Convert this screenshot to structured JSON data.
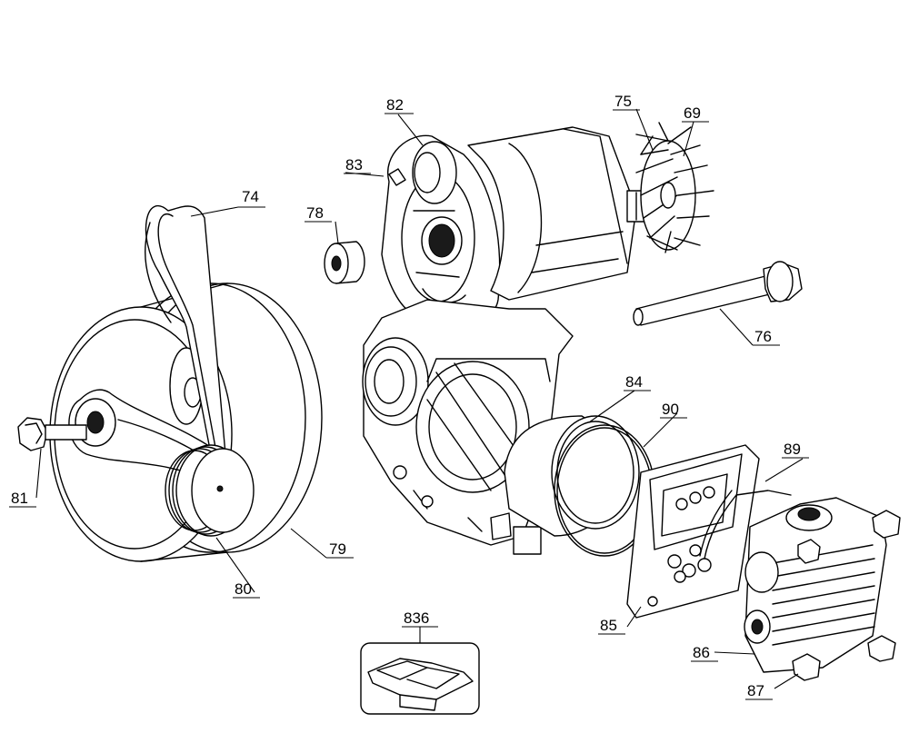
{
  "callouts": [
    {
      "id": "label-74",
      "text": "74"
    },
    {
      "id": "label-75",
      "text": "75"
    },
    {
      "id": "label-69",
      "text": "69"
    },
    {
      "id": "label-76",
      "text": "76"
    },
    {
      "id": "label-78",
      "text": "78"
    },
    {
      "id": "label-79",
      "text": "79"
    },
    {
      "id": "label-80",
      "text": "80"
    },
    {
      "id": "label-81",
      "text": "81"
    },
    {
      "id": "label-82",
      "text": "82"
    },
    {
      "id": "label-83",
      "text": "83"
    },
    {
      "id": "label-84",
      "text": "84"
    },
    {
      "id": "label-85",
      "text": "85"
    },
    {
      "id": "label-86",
      "text": "86"
    },
    {
      "id": "label-87",
      "text": "87"
    },
    {
      "id": "label-89",
      "text": "89"
    },
    {
      "id": "label-90",
      "text": "90"
    },
    {
      "id": "label-836",
      "text": "836"
    }
  ]
}
